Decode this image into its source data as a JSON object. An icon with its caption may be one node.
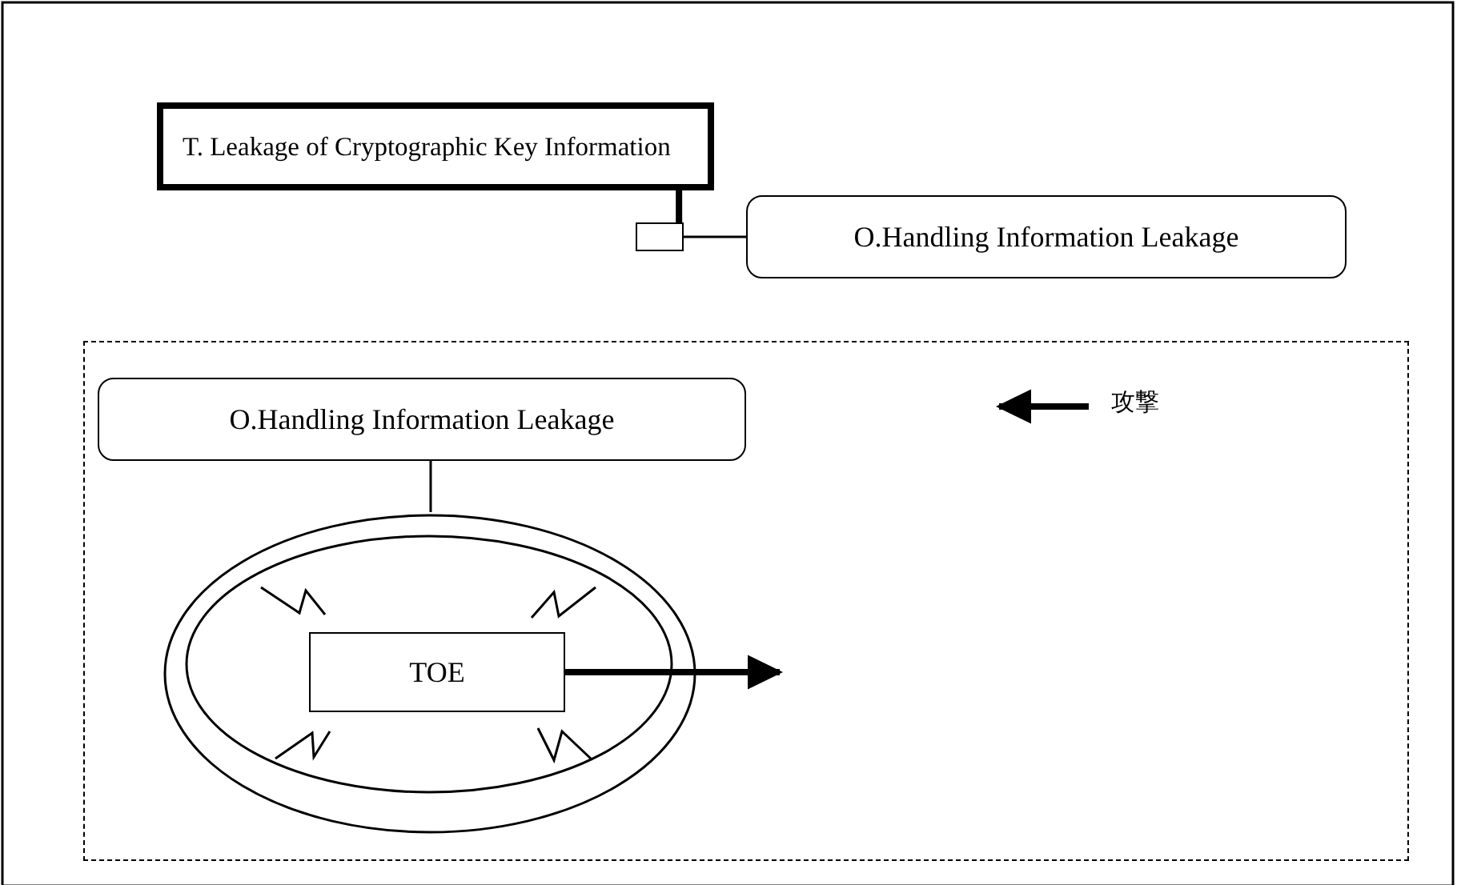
{
  "diagram": {
    "nodes": [
      {
        "text": [
          "T. Leakage of Cryptographic Key Information"
        ]
      },
      {
        "text": [],
        "shape": "box"
      },
      {
        "text": [
          "O.Handling Information Leakage"
        ]
      },
      {
        "text": [],
        "shape": "box"
      },
      {
        "text": [
          "O.Handling Information Leakage"
        ],
        "in": 3
      },
      {
        "text": [],
        "shape": "ellipse",
        "in": 3
      },
      {
        "text": [
          "TOE"
        ],
        "in": 5
      }
    ],
    "edges": [
      {
        "from": 0,
        "to": 1,
        "arrow": "none",
        "style": "thick"
      },
      {
        "from": 1,
        "to": 2,
        "arrow": "none"
      },
      {
        "from": 4,
        "to": 5,
        "arrow": "none"
      },
      {
        "from": 6,
        "to": null,
        "arrow": "to",
        "style": "thick"
      }
    ],
    "legend": [
      {
        "text": "攻撃"
      }
    ]
  }
}
